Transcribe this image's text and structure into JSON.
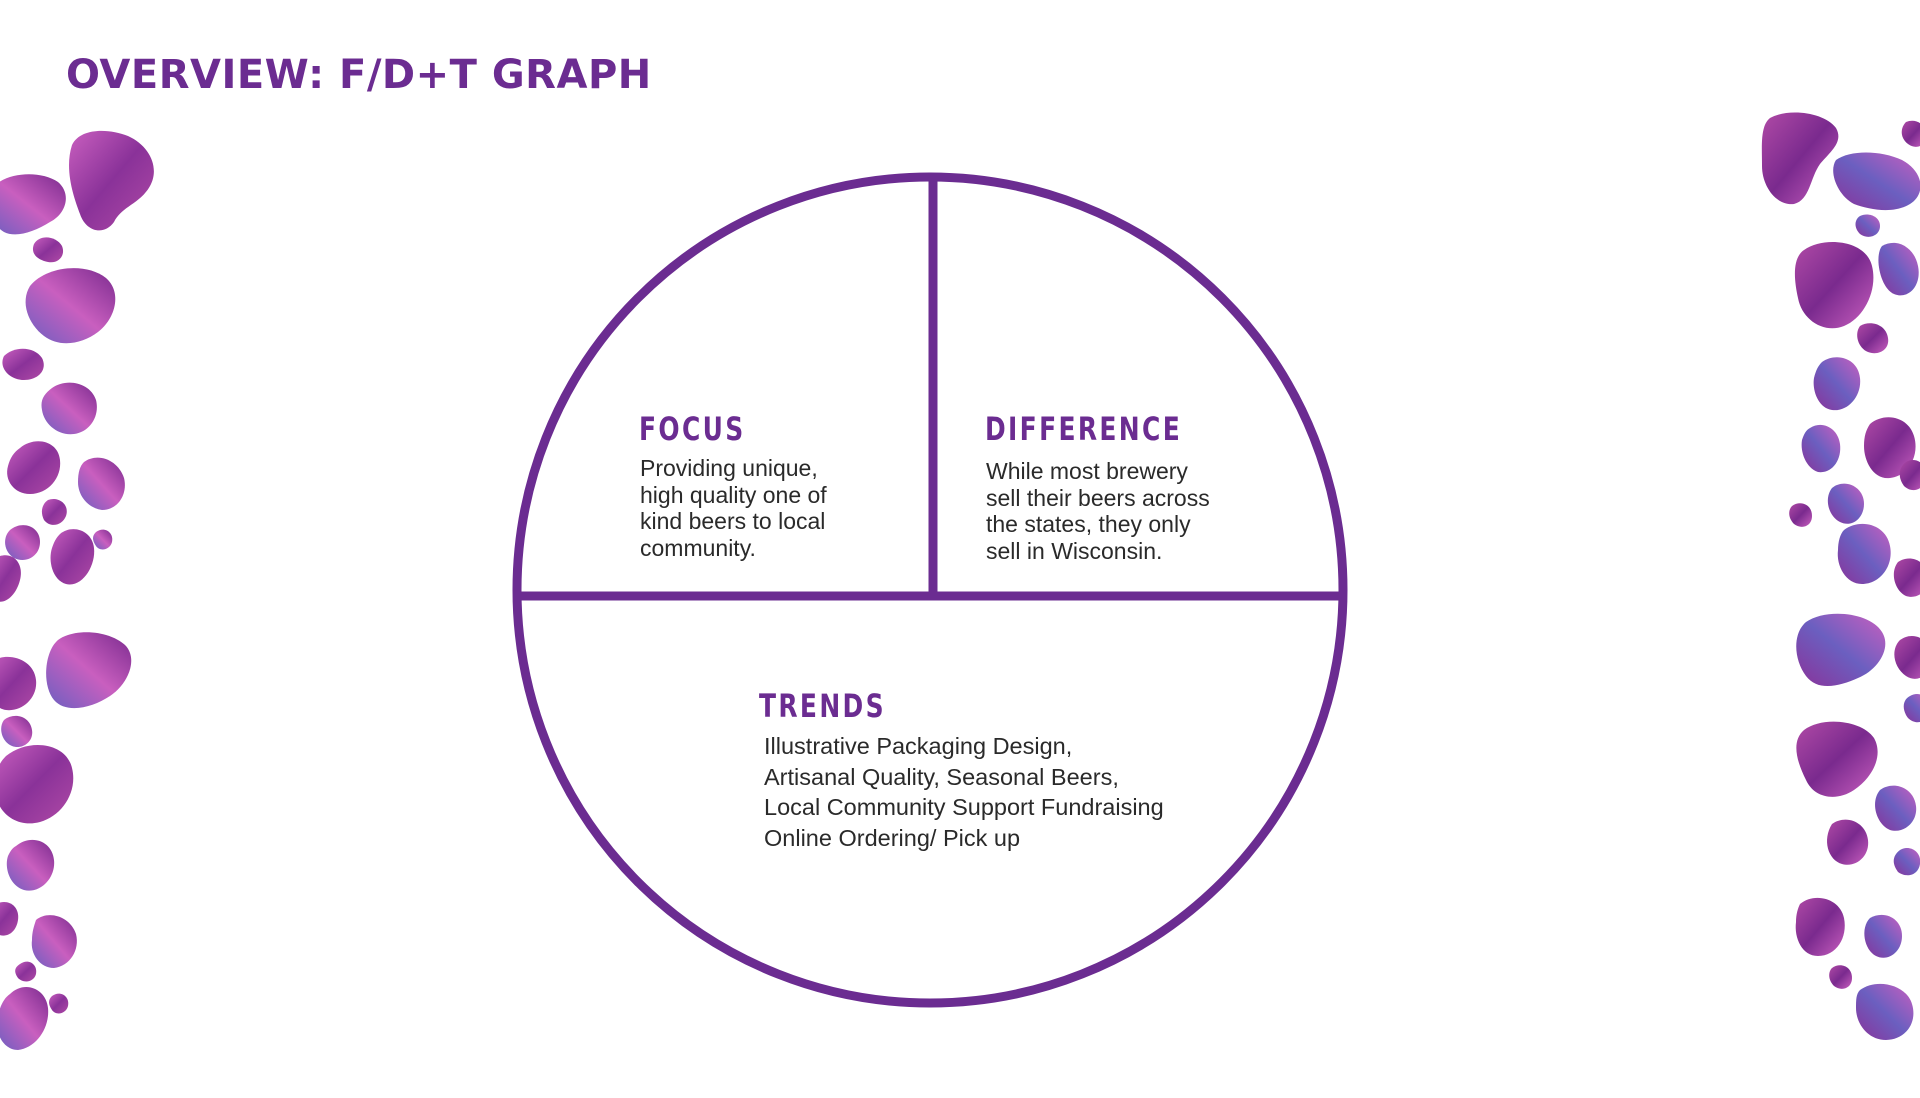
{
  "title": "OVERVIEW: F/D+T GRAPH",
  "colors": {
    "accent": "#6b2c91",
    "text": "#2a2a2a",
    "blob_dark": "#7a2a8e",
    "blob_mid": "#a63ea8",
    "blob_light": "#c95fbf",
    "blob_blue": "#6b5fc0"
  },
  "sections": {
    "focus": {
      "heading": "FOCUS",
      "text": "Providing unique,\nhigh quality one of\nkind beers to local\ncommunity."
    },
    "difference": {
      "heading": "DIFFERENCE",
      "text": "While most brewery\nsell their beers across\nthe states, they only\nsell in Wisconsin."
    },
    "trends": {
      "heading": "TRENDS",
      "text": "Illustrative Packaging Design,\nArtisanal Quality, Seasonal Beers,\nLocal Community Support Fundraising\nOnline Ordering/ Pick up"
    }
  }
}
